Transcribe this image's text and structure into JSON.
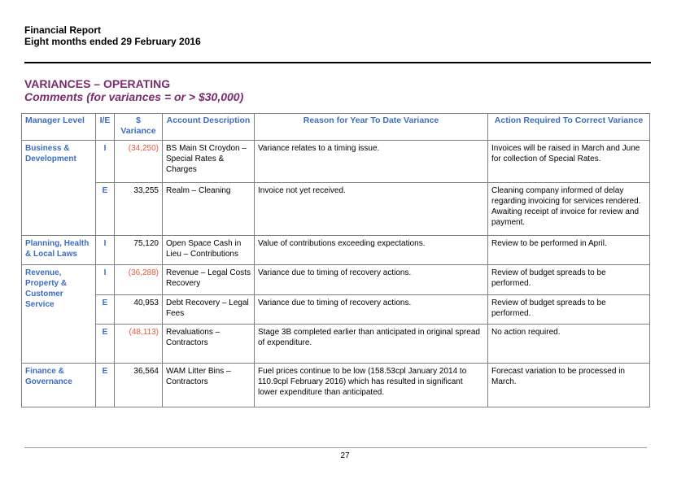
{
  "header": {
    "title": "Financial Report",
    "subtitle": "Eight months ended 29 February 2016"
  },
  "section": {
    "title": "VARIANCES – OPERATING",
    "subtitle": "Comments (for variances = or > $30,000)"
  },
  "table": {
    "columns": [
      "Manager Level",
      "I/E",
      "$ Variance",
      "Account Description",
      "Reason for Year To Date Variance",
      "Action Required To Correct Variance"
    ],
    "rows": [
      {
        "manager": "Business & Development",
        "ie": "I",
        "variance": "(34,250)",
        "account": "BS Main St Croydon – Special Rates & Charges",
        "reason": "Variance relates to a timing issue.",
        "action": "Invoices will be raised in March and June for collection of Special Rates."
      },
      {
        "manager": "",
        "ie": "E",
        "variance": "33,255",
        "account": "Realm – Cleaning",
        "reason": "Invoice not yet received.",
        "action": "Cleaning company informed of delay regarding invoicing for services rendered. Awaiting receipt of invoice for review and payment."
      },
      {
        "manager": "Planning, Health & Local Laws",
        "ie": "I",
        "variance": "75,120",
        "account": "Open Space Cash in Lieu – Contributions",
        "reason": "Value of contributions exceeding expectations.",
        "action": "Review to be performed in April."
      },
      {
        "manager": "Revenue, Property & Customer Service",
        "ie": "I",
        "variance": "(36,288)",
        "account": "Revenue – Legal Costs Recovery",
        "reason": "Variance due to timing of recovery actions.",
        "action": "Review of budget spreads to be performed."
      },
      {
        "manager": "",
        "ie": "E",
        "variance": "40,953",
        "account": "Debt Recovery – Legal Fees",
        "reason": "Variance due to timing of recovery actions.",
        "action": "Review of budget spreads to be performed."
      },
      {
        "manager": "",
        "ie": "E",
        "variance": "(48,113)",
        "account": "Revaluations – Contractors",
        "reason": "Stage 3B completed earlier than anticipated in original spread of expenditure.",
        "action": "No action required."
      },
      {
        "manager": "Finance & Governance",
        "ie": "E",
        "variance": "36,564",
        "account": "WAM Litter Bins – Contractors",
        "reason": "Fuel prices continue to be low (158.53cpl January 2014 to 110.9cpl February 2016) which has resulted in significant lower expenditure than anticipated.",
        "action": "Forecast variation to be processed in March."
      }
    ]
  },
  "footer": {
    "page_number": "27"
  },
  "colors": {
    "heading": "#7b2a6e",
    "table_header": "#3d6cc0",
    "negative": "#e35a3f"
  }
}
